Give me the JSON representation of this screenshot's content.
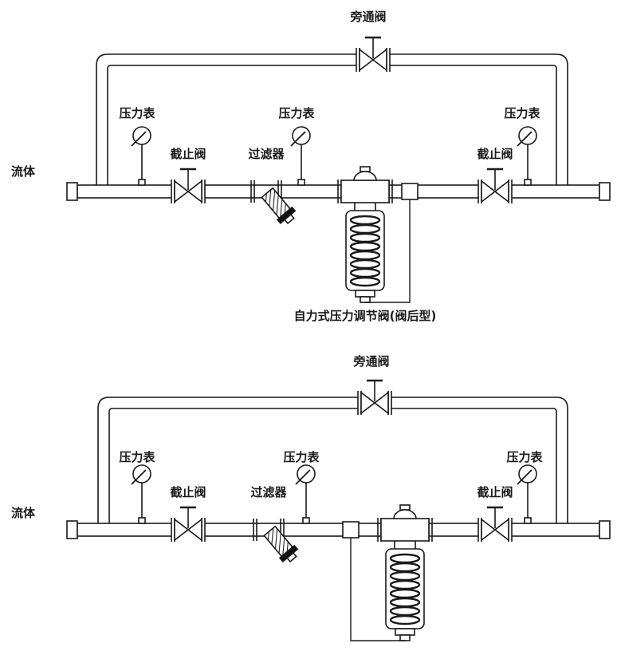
{
  "colors": {
    "line": "#1a1a1a",
    "background": "#ffffff"
  },
  "diagrams": {
    "top": {
      "bypass_valve": "旁通阀",
      "pressure_gauge_left": "压力表",
      "pressure_gauge_center": "压力表",
      "pressure_gauge_right": "压力表",
      "fluid": "流体",
      "stop_valve_left": "截止阀",
      "filter": "过滤器",
      "stop_valve_right": "截止阀",
      "caption": "自力式压力调节阀(阀后型)"
    },
    "bottom": {
      "bypass_valve": "旁通阀",
      "pressure_gauge_left": "压力表",
      "pressure_gauge_center": "压力表",
      "pressure_gauge_right": "压力表",
      "fluid": "流体",
      "stop_valve_left": "截止阀",
      "filter": "过滤器",
      "stop_valve_right": "截止阀"
    }
  }
}
